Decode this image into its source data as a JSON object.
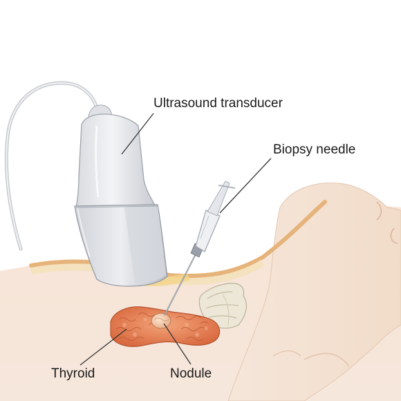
{
  "labels": {
    "transducer": "Ultrasound transducer",
    "needle": "Biopsy needle",
    "thyroid": "Thyroid",
    "nodule": "Nodule"
  },
  "colors": {
    "skin": "#f3dccb",
    "skin_line": "#d8b49c",
    "skin_surface": "#e9c08a",
    "gel": "#f4e2a5",
    "thyroid": "#e88a5f",
    "thyroid_dark": "#c25e38",
    "trachea": "#e5e0cf",
    "transducer": "#e9eaee",
    "transducer_edge": "#a9adb6",
    "leader_line": "#333333"
  }
}
